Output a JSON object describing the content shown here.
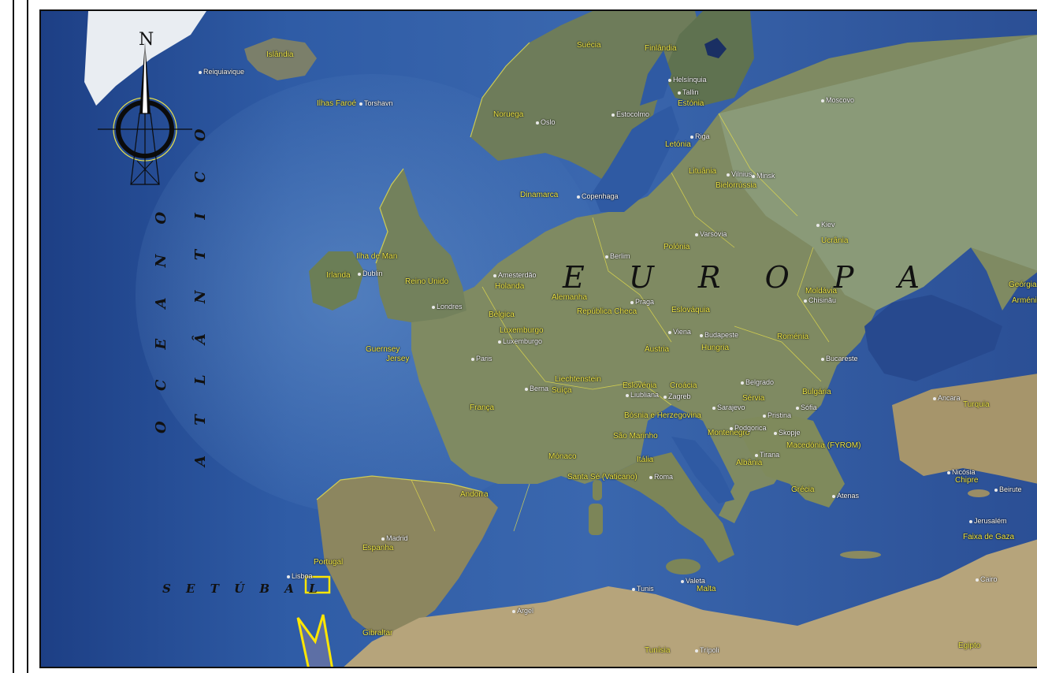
{
  "map": {
    "compass": {
      "north_letter": "N"
    },
    "labels": {
      "europe": "E U R O P A",
      "ocean_line1": "O C E A N O",
      "ocean_line2": "A T L Â N T I C O",
      "setubal": "S E T Ú B A L"
    },
    "countries": [
      "Islândia",
      "Ilhas Faroé",
      "Noruega",
      "Suécia",
      "Finlândia",
      "Estónia",
      "Letónia",
      "Lituânia",
      "Bielorrússia",
      "Dinamarca",
      "Irlanda",
      "Reino Unido",
      "Ilha de Man",
      "Guernsey",
      "Jersey",
      "Holanda",
      "Bélgica",
      "Luxemburgo",
      "Alemanha",
      "Polónia",
      "República Checa",
      "Eslováquia",
      "Ucrânia",
      "Moldávia",
      "Hungria",
      "Áustria",
      "Roménia",
      "Liechtenstein",
      "Suíça",
      "França",
      "Eslovénia",
      "Croácia",
      "Sérvia",
      "Bulgária",
      "Bósnia e Herzegovina",
      "São Marinho",
      "Itália",
      "Mónaco",
      "Santa Sé (Vaticano)",
      "Andorra",
      "Montenegro",
      "Albânia",
      "Macedónia (FYROM)",
      "Grécia",
      "Turquia",
      "Chipre",
      "Malta",
      "Espanha",
      "Portugal",
      "Gibraltar",
      "Tunísia",
      "Geórgia",
      "Arménia",
      "Faixa de Gaza",
      "Egipto"
    ],
    "cities": [
      "Reiquiavique",
      "Torshavn",
      "Oslo",
      "Estocolmo",
      "Helsínquia",
      "Tallin",
      "Riga",
      "Vilnius",
      "Minsk",
      "Moscovo",
      "Copenhaga",
      "Dublin",
      "Londres",
      "Amesterdão",
      "Berlim",
      "Varsóvia",
      "Kiev",
      "Praga",
      "Luxemburgo",
      "Paris",
      "Viena",
      "Budapeste",
      "Chisinău",
      "Bucareste",
      "Berna",
      "Liubliana",
      "Zagreb",
      "Belgrado",
      "Sarajevo",
      "Sófia",
      "Pristina",
      "Podgorica",
      "Skopje",
      "Tirana",
      "Roma",
      "Atenas",
      "Ancara",
      "Nicósia",
      "Madrid",
      "Lisboa",
      "Argel",
      "Tunis",
      "Trípoli",
      "Cairo",
      "Jerusalém",
      "Beirute",
      "Valeta"
    ]
  }
}
